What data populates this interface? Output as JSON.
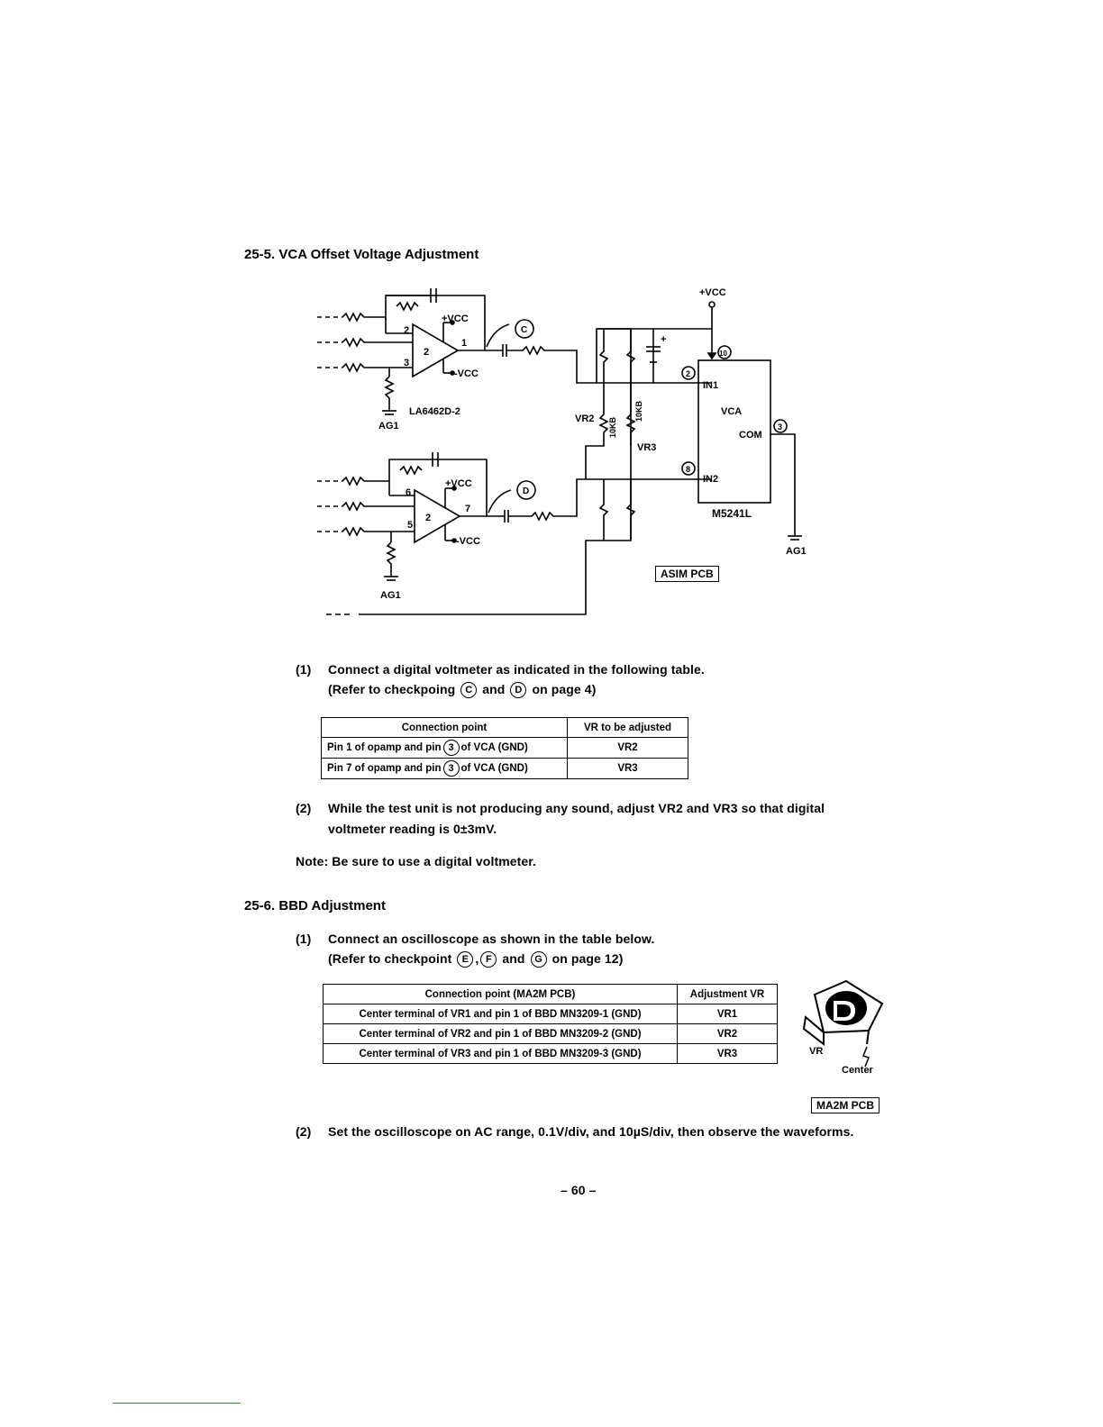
{
  "section1": {
    "title": "25-5. VCA Offset Voltage Adjustment",
    "schematic": {
      "vcc_top": "+VCC",
      "vcc_opamp": "+VCC",
      "vee_opamp": "-VCC",
      "opamp1_pins": [
        "2",
        "3",
        "1"
      ],
      "opamp1_label": "2",
      "opamp2_pins": [
        "6",
        "5",
        "7"
      ],
      "opamp2_label": "2",
      "ic_label": "LA6462D-2",
      "ag1": "AG1",
      "checkpoint_c": "C",
      "checkpoint_d": "D",
      "vr2": "VR2",
      "vr3": "VR3",
      "r1": "10KB",
      "r2": "10KB",
      "vca_label": "VCA",
      "in1": "IN1",
      "in2": "IN2",
      "com": "COM",
      "pin10": "10",
      "pin2": "2",
      "pin8": "8",
      "pin3": "3",
      "chip": "M5241L",
      "pcb": "ASIM PCB",
      "plus": "+"
    },
    "step1_num": "(1)",
    "step1_line1": "Connect a digital voltmeter as indicated in the following table.",
    "step1_line2_a": "(Refer to checkpoing",
    "step1_c": "C",
    "step1_and": "and",
    "step1_d": "D",
    "step1_line2_b": "on page 4)",
    "table": {
      "headers": [
        "Connection point",
        "VR to be adjusted"
      ],
      "rows": [
        {
          "pre": "Pin 1 of opamp and pin",
          "pin": "3",
          "post": "of VCA (GND)",
          "vr": "VR2"
        },
        {
          "pre": "Pin 7 of opamp and pin",
          "pin": "3",
          "post": "of VCA (GND)",
          "vr": "VR3"
        }
      ]
    },
    "step2_num": "(2)",
    "step2_line1": "While the test unit is not producing any sound, adjust VR2 and VR3 so that digital",
    "step2_line2": "voltmeter reading is 0±3mV.",
    "note": "Note: Be sure to use a digital voltmeter."
  },
  "section2": {
    "title": "25-6. BBD Adjustment",
    "step1_num": "(1)",
    "step1_line1": "Connect an oscilloscope as shown in the table below.",
    "step1_line2_a": "(Refer to checkpoint",
    "step1_e": "E",
    "step1_f": "F",
    "step1_and": "and",
    "step1_g": "G",
    "step1_line2_b": "on page 12)",
    "table": {
      "headers": [
        "Connection point (MA2M PCB)",
        "Adjustment VR"
      ],
      "rows": [
        [
          "Center terminal of VR1 and pin 1 of BBD MN3209-1 (GND)",
          "VR1"
        ],
        [
          "Center terminal of VR2 and pin 1 of BBD MN3209-2 (GND)",
          "VR2"
        ],
        [
          "Center terminal of VR3 and pin 1 of BBD MN3209-3 (GND)",
          "VR3"
        ]
      ]
    },
    "vr_icon_label": "VR",
    "vr_icon_center": "Center",
    "pcb": "MA2M PCB",
    "step2_num": "(2)",
    "step2_line": "Set the oscilloscope on AC range, 0.1V/div, and 10µS/div, then observe the waveforms."
  },
  "page_number": "– 60 –"
}
